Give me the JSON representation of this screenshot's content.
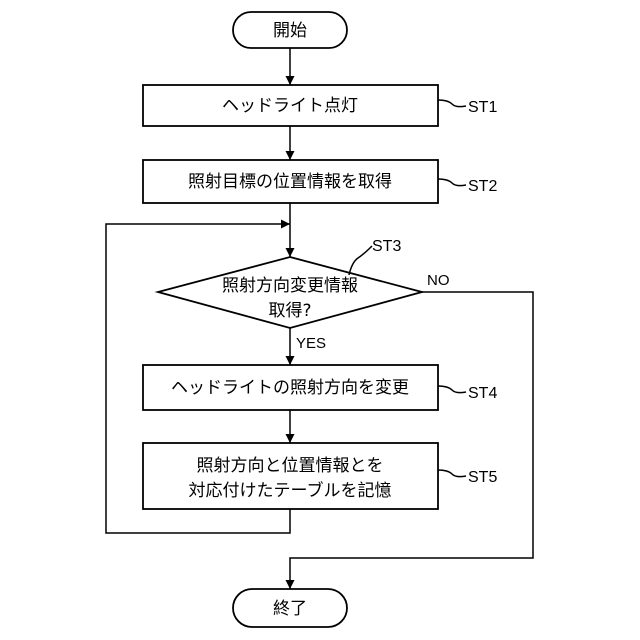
{
  "flowchart": {
    "start": "開始",
    "end": "終了",
    "steps": [
      {
        "id": "ST1",
        "text": [
          "ヘッドライト点灯"
        ]
      },
      {
        "id": "ST2",
        "text": [
          "照射目標の位置情報を取得"
        ]
      },
      {
        "id": "ST3",
        "text": [
          "照射方向変更情報",
          "取得?"
        ]
      },
      {
        "id": "ST4",
        "text": [
          "ヘッドライトの照射方向を変更"
        ]
      },
      {
        "id": "ST5",
        "text": [
          "照射方向と位置情報とを",
          "対応付けたテーブルを記憶"
        ]
      }
    ],
    "branches": {
      "yes": "YES",
      "no": "NO"
    }
  }
}
